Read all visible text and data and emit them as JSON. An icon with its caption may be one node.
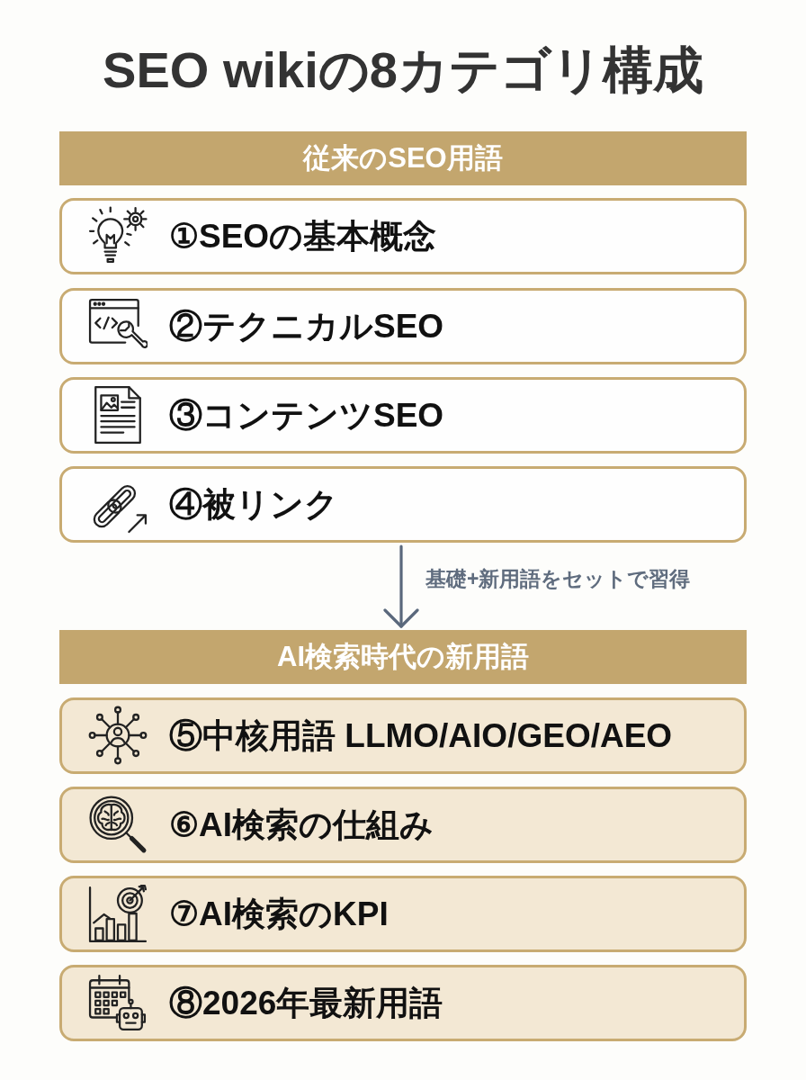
{
  "diagram": {
    "title": "SEO wikiの8カテゴリ構成",
    "nodes": [
      {
        "text": [
          "従来のSEO用語"
        ]
      },
      {
        "text": [
          "①SEOの基本概念"
        ]
      },
      {
        "text": [
          "②テクニカルSEO"
        ]
      },
      {
        "text": [
          "③コンテンツSEO"
        ]
      },
      {
        "text": [
          "④被リンク"
        ]
      },
      {
        "text": [
          "AI検索時代の新用語"
        ]
      },
      {
        "text": [
          "⑤中核用語 LLMO/AIO/GEO/AEO"
        ]
      },
      {
        "text": [
          "⑥AI検索の仕組み"
        ]
      },
      {
        "text": [
          "⑦AI検索のKPI"
        ]
      },
      {
        "text": [
          "⑧2026年最新用語"
        ]
      }
    ],
    "edges": [
      {
        "from": 4,
        "to": 5,
        "arrow": "to",
        "label": "基礎+新用語をセットで習得"
      }
    ]
  }
}
